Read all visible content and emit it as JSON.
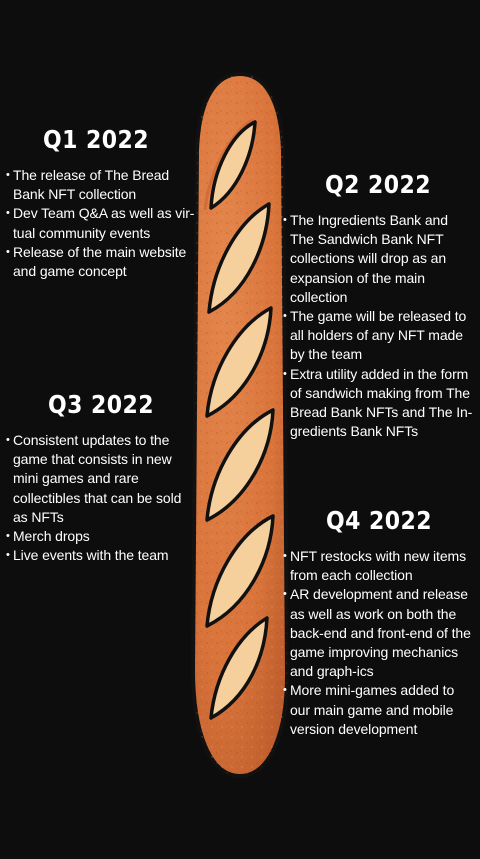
{
  "roadmap": {
    "quarters": [
      {
        "title": "Q1 2022",
        "items": [
          "The release of The Bread Bank NFT collection",
          "Dev Team Q&A as well as vir-tual community events",
          "Release of the main website and game concept"
        ]
      },
      {
        "title": "Q2 2022",
        "items": [
          "The Ingredients Bank and The Sandwich Bank NFT collections will drop as an expansion of the main collection",
          "The game will be released to all holders of any NFT made by the team",
          "Extra utility added in the form of sandwich making from The Bread Bank NFTs and The In-gredients Bank NFTs"
        ]
      },
      {
        "title": "Q3 2022",
        "items": [
          "Consistent updates to the game that consists in new mini games and rare collectibles that can be sold as NFTs",
          "Merch drops",
          "Live events with the team"
        ]
      },
      {
        "title": "Q4 2022",
        "items": [
          "NFT restocks with new items from each collection",
          "AR development and release as well as work on both the back-end and front-end of the game improving mechanics and graph-ics",
          "More mini-games added to our main game and mobile version development"
        ]
      }
    ]
  },
  "colors": {
    "background": "#0d0d0d",
    "crust": "#d9743b",
    "crust_shadow": "#c05f2a",
    "slash": "#f5cf9c",
    "outline": "#111111"
  },
  "icons": {
    "bullet": "•",
    "baguette": "baguette-illustration"
  }
}
